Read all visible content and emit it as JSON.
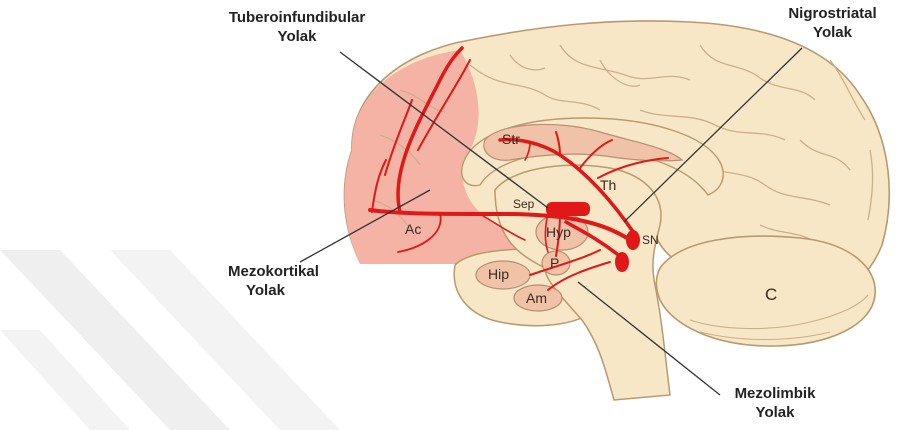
{
  "pathways": {
    "tuberoinfundibular": {
      "line1": "Tuberoinfundibular",
      "line2": "Yolak"
    },
    "nigrostriatal": {
      "line1": "Nigrostriatal",
      "line2": "Yolak"
    },
    "mezokortikal": {
      "line1": "Mezokortikal",
      "line2": "Yolak"
    },
    "mezolimbik": {
      "line1": "Mezolimbik",
      "line2": "Yolak"
    }
  },
  "regions": {
    "str": "Str",
    "th": "Th",
    "sep": "Sep",
    "ac": "Ac",
    "hyp": "Hyp",
    "sn": "SN",
    "p": "P",
    "hip": "Hip",
    "am": "Am",
    "c": "C"
  },
  "colors": {
    "pathway_red": "#e01818",
    "cortex_fill": "#f7e7c6",
    "cortex_stroke": "#b89a70",
    "prefrontal_fill": "#f5b3a6",
    "structure_fill": "#f0c2a8",
    "watermark": "#eeeeee"
  }
}
